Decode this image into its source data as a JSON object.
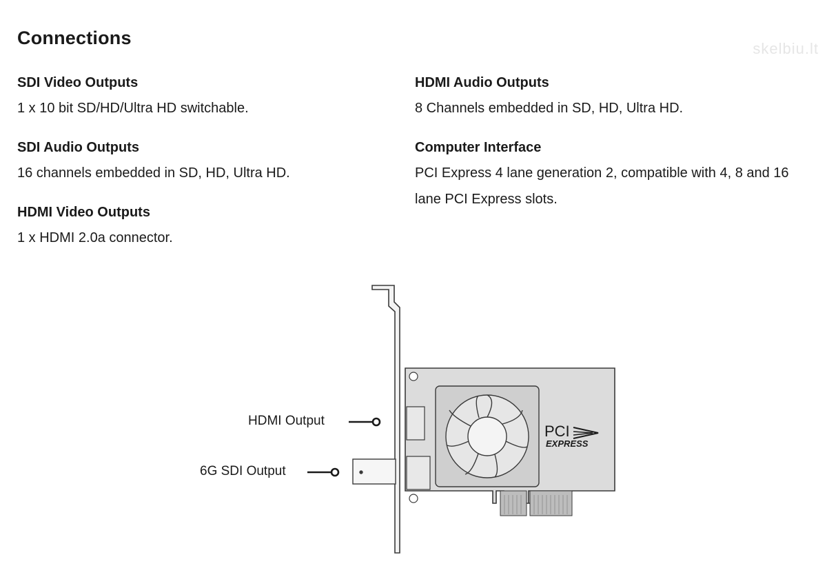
{
  "page": {
    "title": "Connections",
    "watermark": "skelbiu.lt"
  },
  "specs_left": [
    {
      "heading": "SDI Video Outputs",
      "body": "1 x 10 bit SD/HD/Ultra HD switchable."
    },
    {
      "heading": "SDI Audio Outputs",
      "body": "16 channels embedded in SD, HD, Ultra HD."
    },
    {
      "heading": "HDMI Video Outputs",
      "body": "1 x HDMI 2.0a connector."
    }
  ],
  "specs_right": [
    {
      "heading": "HDMI Audio Outputs",
      "body": "8 Channels embedded in SD, HD, Ultra HD."
    },
    {
      "heading": "Computer Interface",
      "body": "PCI Express 4 lane generation 2, compatible with 4, 8 and 16 lane PCI Express slots."
    }
  ],
  "diagram": {
    "callout_hdmi": "HDMI Output",
    "callout_sdi": "6G SDI Output",
    "logo_pci": "PCI",
    "logo_express": "EXPRESS"
  }
}
